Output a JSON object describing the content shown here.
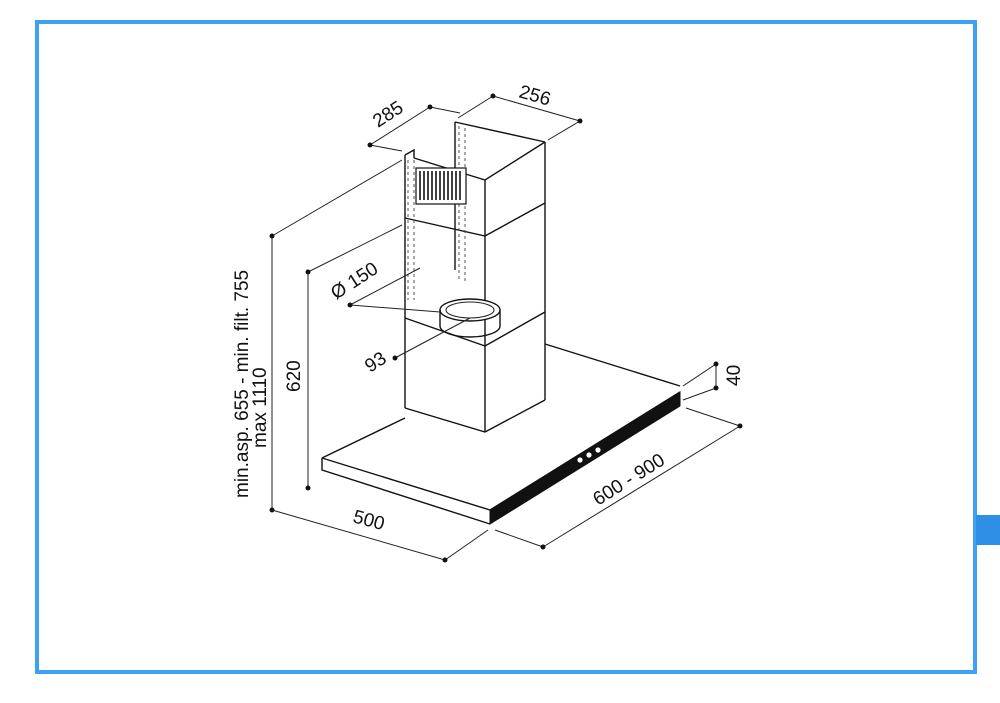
{
  "colors": {
    "frame": "#3ea2f0",
    "tab": "#2f8fe6",
    "line": "#111111"
  },
  "dimensions": {
    "depth_top": "285",
    "width_top": "256",
    "duct_diameter": "Ø 150",
    "duct_offset": "93",
    "height_line1": "min.asp. 655 - min. filt. 755",
    "height_line2": "max 1110",
    "chimney_height": "620",
    "base_depth": "500",
    "base_width": "600 - 900",
    "base_thickness": "40"
  }
}
